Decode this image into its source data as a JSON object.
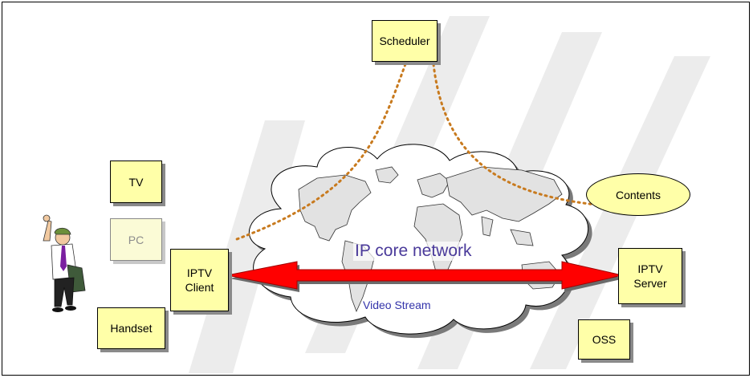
{
  "nodes": {
    "scheduler": "Scheduler",
    "tv": "TV",
    "pc": "PC",
    "iptv_client": "IPTV\nClient",
    "handset": "Handset",
    "contents": "Contents",
    "iptv_server": "IPTV\nServer",
    "oss": "OSS"
  },
  "network": {
    "label": "IP core network",
    "stream_label": "Video Stream"
  },
  "colors": {
    "box_fill": "#ffffa8",
    "arrow": "#ff0000",
    "dotted_link": "#c87a1e",
    "cloud": "#e6e6e6",
    "watermark": "#eaeaea"
  },
  "icons": [
    "person-icon",
    "world-map-icon",
    "cloud-icon",
    "bidirectional-arrow-icon"
  ]
}
